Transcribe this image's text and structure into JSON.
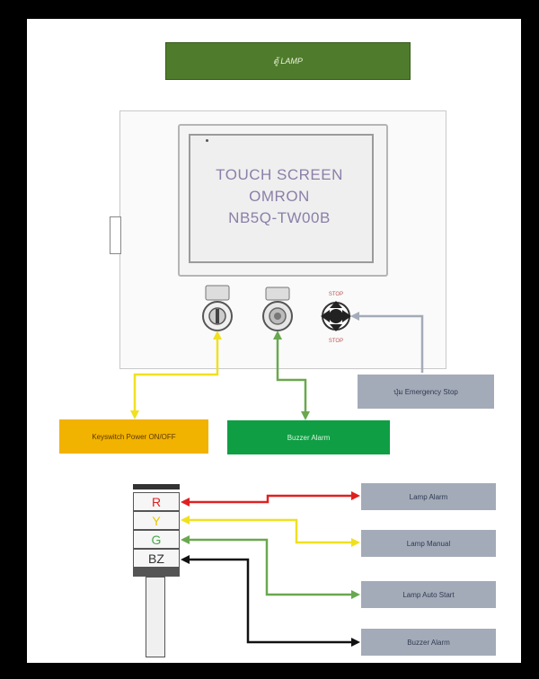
{
  "title": "ตู้ LAMP",
  "screen": {
    "line1": "TOUCH SCREEN",
    "line2": "OMRON",
    "line3": "NB5Q-TW00B"
  },
  "labels": {
    "power": "Keyswitch Power ON/OFF",
    "buzzer_top": "Buzzer Alarm",
    "estop": "ปุ่ม Emergency Stop",
    "lamp_alarm": "Lamp Alarm",
    "lamp_manual": "Lamp Manual",
    "lamp_auto": "Lamp Auto Start",
    "buzzer_alarm": "Buzzer Alarm"
  },
  "tower": {
    "r": "R",
    "y": "Y",
    "g": "G",
    "bz": "BZ"
  },
  "colors": {
    "title_bg": "#4f7c2c",
    "power_bg": "#f2b200",
    "buzzer_bg": "#0f9e44",
    "gray_bg": "#a4abb8",
    "red_wire": "#e02020",
    "yellow_wire": "#f0e020",
    "green_wire": "#6aa84f",
    "black_wire": "#111111",
    "estop_wire": "#a4abb8"
  }
}
